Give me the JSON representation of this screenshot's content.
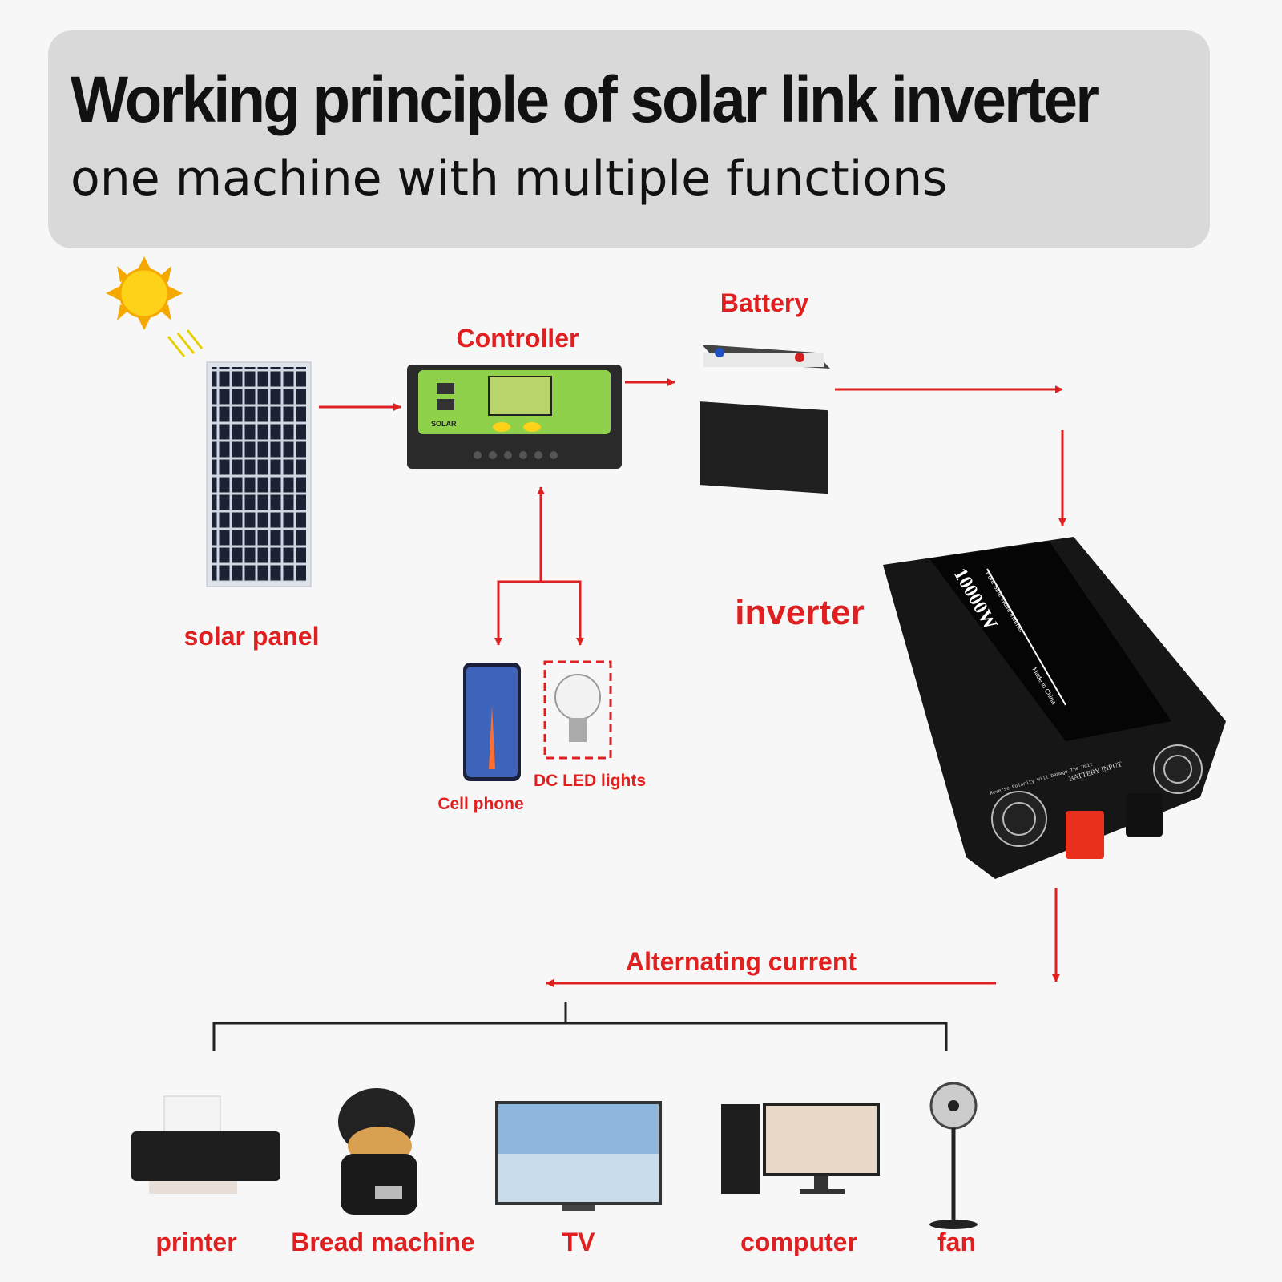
{
  "header": {
    "title": "Working principle of solar link inverter",
    "subtitle": "one machine with multiple functions"
  },
  "labels": {
    "solar_panel": "solar panel",
    "controller": "Controller",
    "battery": "Battery",
    "inverter": "inverter",
    "cell_phone": "Cell phone",
    "dc_led_lights": "DC LED lights",
    "alternating_current": "Alternating current"
  },
  "loads": [
    {
      "label": "printer"
    },
    {
      "label": "Bread machine"
    },
    {
      "label": "TV"
    },
    {
      "label": "computer"
    },
    {
      "label": "fan"
    }
  ],
  "product_lettering": {
    "inverter_power": "10000W",
    "inverter_type": "Pure Sine Wave Inverter",
    "inverter_origin": "Made in China",
    "inverter_input": "BATTERY INPUT",
    "inverter_warning": "Reverse Polarity Will Damage The Unit",
    "controller_brand": "SOLAR"
  },
  "colors": {
    "accent": "#e02020",
    "header_bg": "#d9d9d9",
    "bus": "#222222"
  }
}
